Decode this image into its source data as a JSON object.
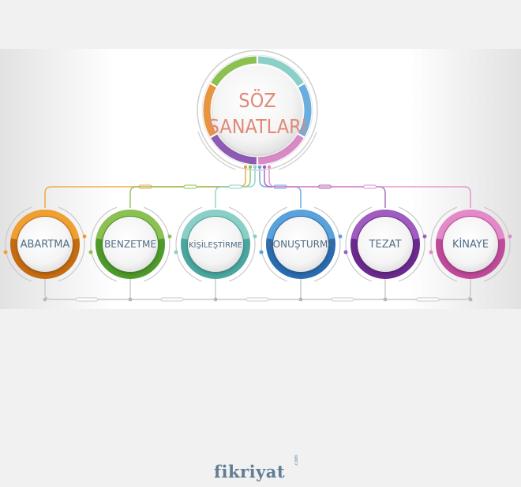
{
  "diagram": {
    "title_lines": [
      "SÖZ",
      "SANATLARI"
    ],
    "title_color": "#e08a78",
    "ring_colors": [
      "#8ad0c8",
      "#6aaee0",
      "#d98ac6",
      "#8d5bb3",
      "#e89540",
      "#8cc152"
    ],
    "nodes": [
      {
        "label": "ABARTMA",
        "color": "#f0a030",
        "dark": "#c56c12"
      },
      {
        "label": "BENZETME",
        "color": "#8cc152",
        "dark": "#4e9a2a"
      },
      {
        "label": "KİŞİLEŞTİRME",
        "color": "#8ad0c8",
        "dark": "#4aa7a0"
      },
      {
        "label": "KONUŞTURMA",
        "color": "#5aa2dc",
        "dark": "#2a6cb0"
      },
      {
        "label": "TEZAT",
        "color": "#a05cc0",
        "dark": "#6a2a8e"
      },
      {
        "label": "KİNAYE",
        "color": "#e48ac8",
        "dark": "#c04a9a"
      }
    ],
    "text_color": "#4f6d86"
  },
  "footer": {
    "logo": "fikriyat",
    "logo_suffix": ".com"
  }
}
